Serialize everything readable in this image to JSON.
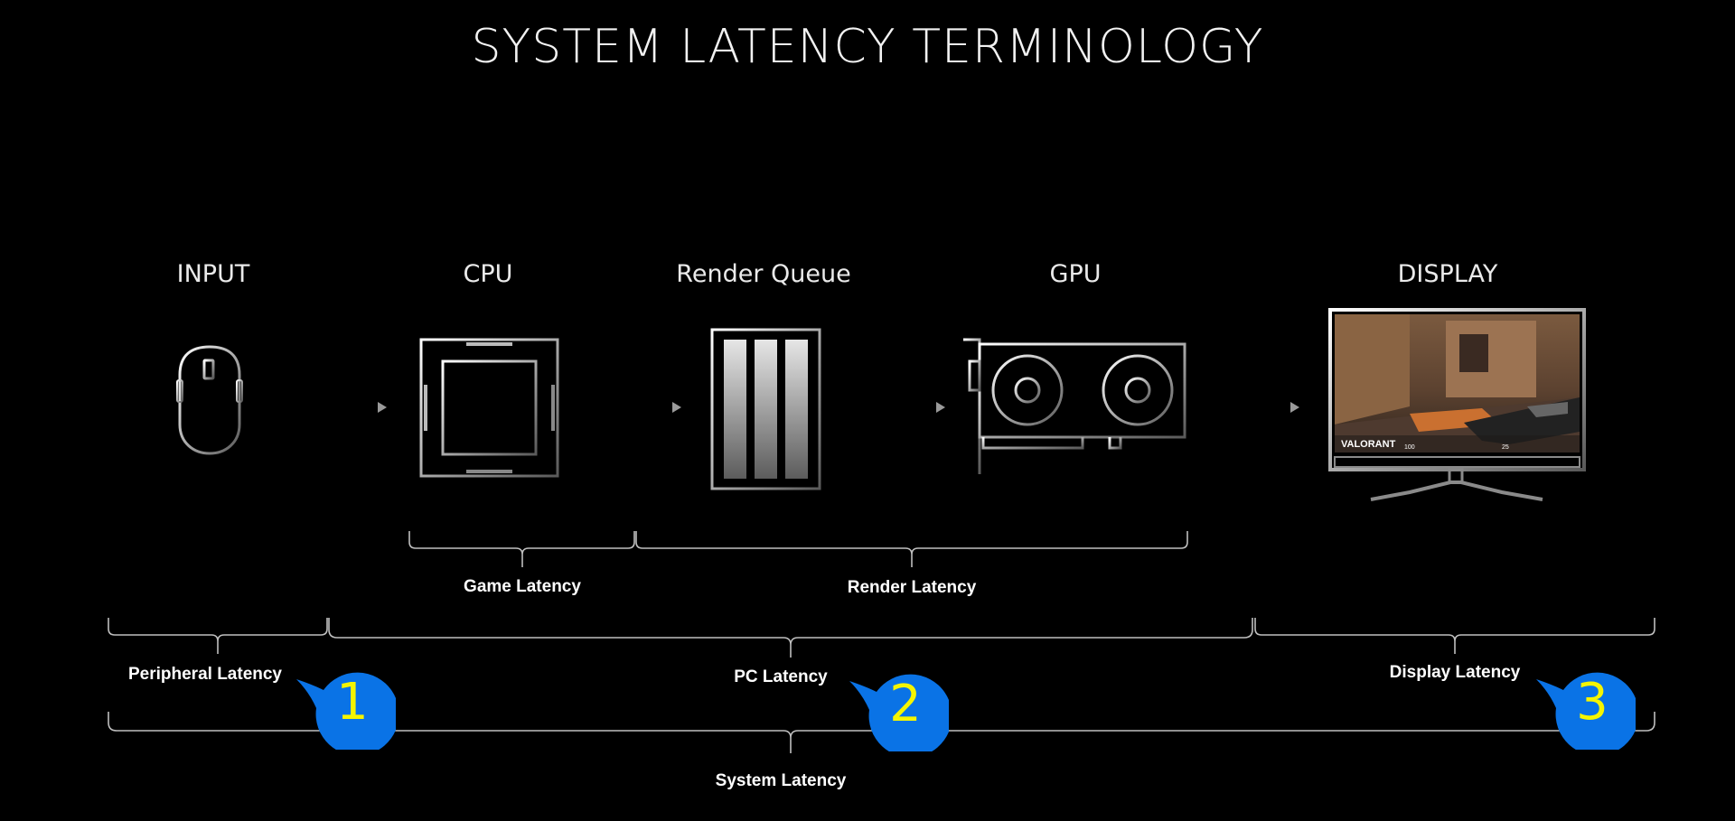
{
  "title": "SYSTEM LATENCY TERMINOLOGY",
  "stages": {
    "input": "INPUT",
    "cpu": "CPU",
    "render_queue": "Render Queue",
    "gpu": "GPU",
    "display": "DISPLAY"
  },
  "display_screen": {
    "game_logo": "VALORANT",
    "hud_health": "100",
    "hud_ammo": "25"
  },
  "latencies": {
    "game": "Game Latency",
    "render": "Render Latency",
    "peripheral": "Peripheral Latency",
    "pc": "PC Latency",
    "display": "Display Latency",
    "system": "System Latency"
  },
  "badges": [
    "1",
    "2",
    "3"
  ],
  "colors": {
    "background": "#000000",
    "badge_fill": "#0a73e6",
    "badge_text": "#f5f500",
    "line": "#bfbfbf",
    "arrow": "#8a8a8a"
  }
}
